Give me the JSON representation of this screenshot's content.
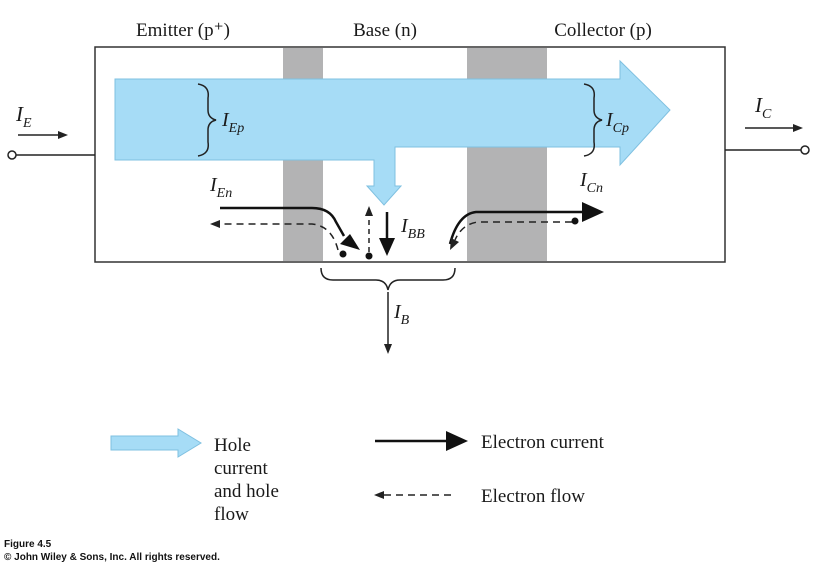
{
  "regions": {
    "emitter": "Emitter (p⁺)",
    "base": "Base (n)",
    "collector": "Collector (p)"
  },
  "currents": {
    "ie": {
      "main": "I",
      "sub": "E"
    },
    "ic": {
      "main": "I",
      "sub": "C"
    },
    "iep": {
      "main": "I",
      "sub": "Ep"
    },
    "icp": {
      "main": "I",
      "sub": "Cp"
    },
    "ien": {
      "main": "I",
      "sub": "En"
    },
    "icn": {
      "main": "I",
      "sub": "Cn"
    },
    "ibb": {
      "main": "I",
      "sub": "BB"
    },
    "ib": {
      "main": "I",
      "sub": "B"
    }
  },
  "legend": {
    "hole_line1": "Hole",
    "hole_line2": "current",
    "hole_line3": "and hole",
    "hole_line4": "flow",
    "electron_current": "Electron current",
    "electron_flow": "Electron flow"
  },
  "caption": {
    "figure": "Figure 4.5",
    "copyright": "© John Wiley & Sons, Inc. All rights reserved."
  },
  "colors": {
    "hole_fill": "#a6dcf6",
    "depletion_gray": "#b3b3b4",
    "ink": "#1a1a1a"
  }
}
